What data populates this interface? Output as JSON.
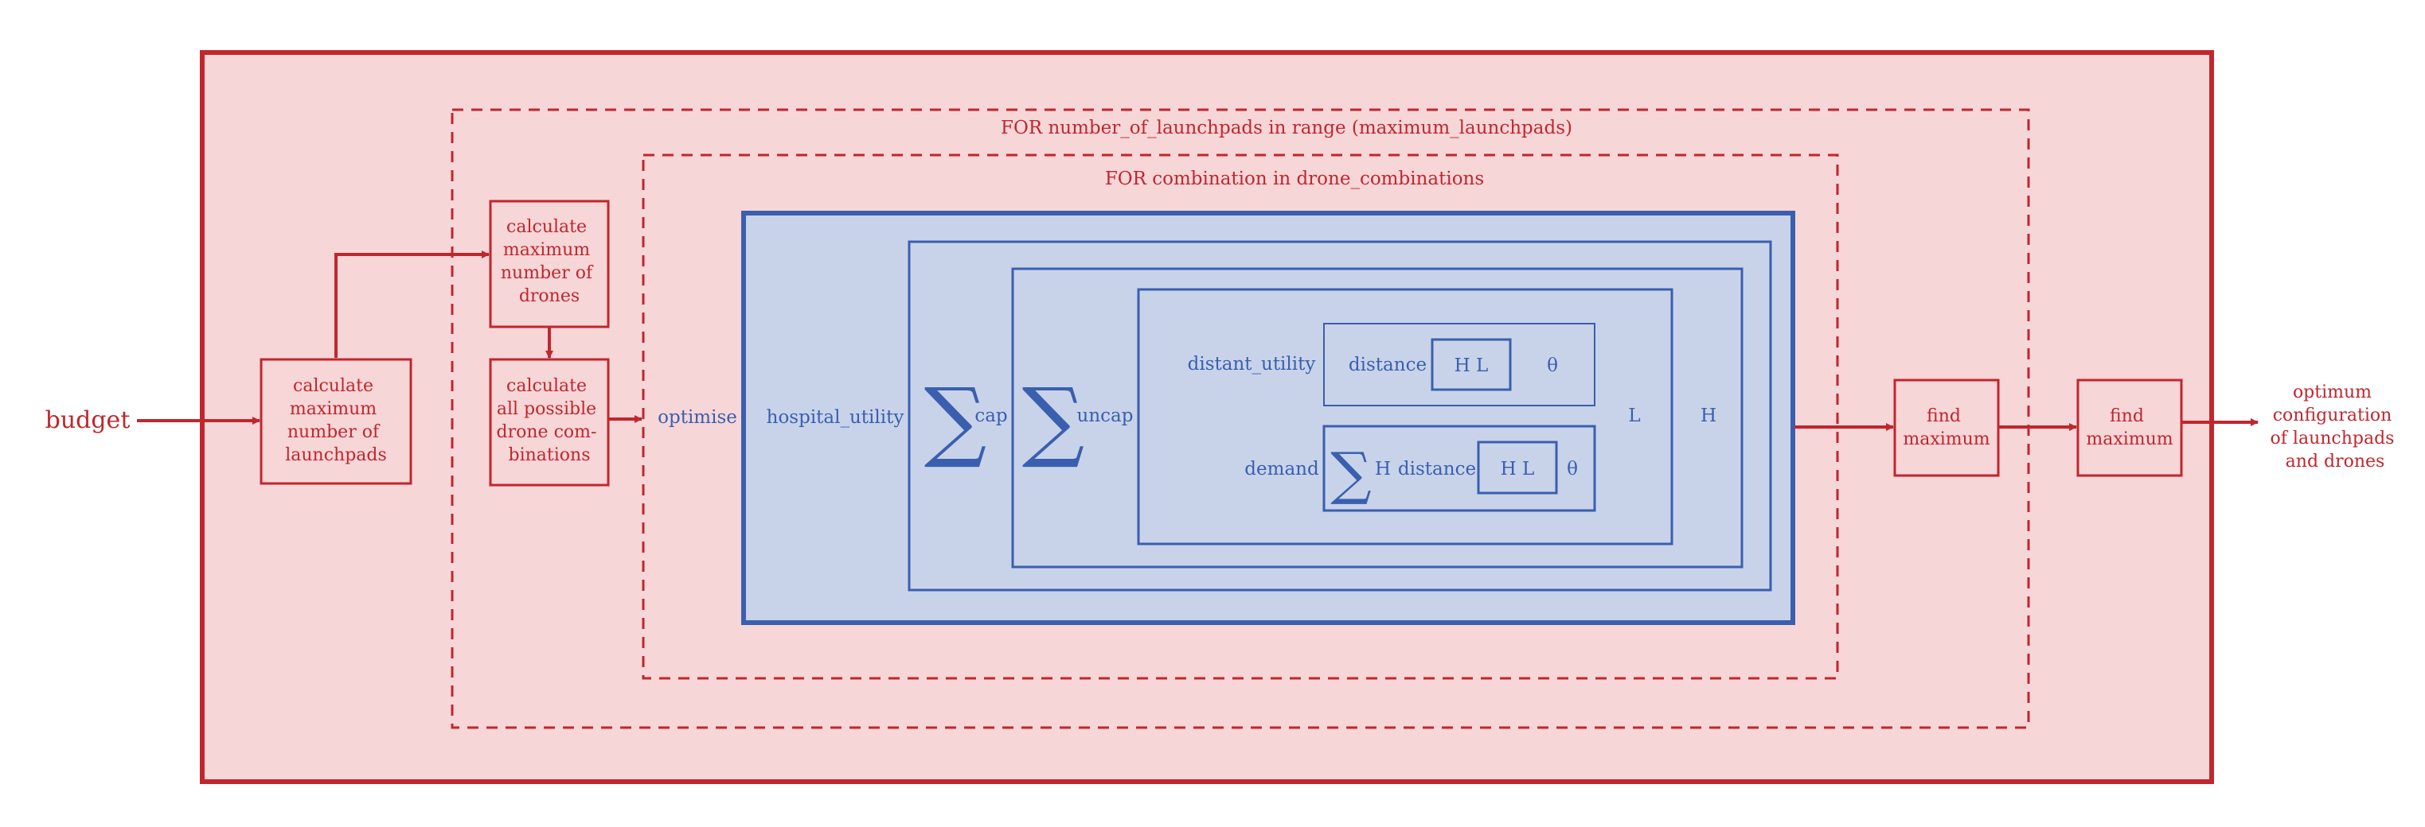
{
  "colors": {
    "red": "#c0272d",
    "pink_fill": "#f7d6d8",
    "blue": "#3a5fae",
    "blue_fill": "#c8d3ea"
  },
  "inputs": {
    "budget": "budget"
  },
  "loops": {
    "outer": "FOR number_of_launchpads in range (maximum_launchpads)",
    "inner": "FOR combination in drone_combinations"
  },
  "boxes": {
    "calc_launchpads": [
      "calculate",
      "maximum",
      "number of",
      "launchpads"
    ],
    "calc_drones": [
      "calculate",
      "maximum",
      "number of",
      "drones"
    ],
    "calc_combinations": [
      "calculate",
      "all possible",
      "drone com-",
      "binations"
    ],
    "find_max_1": [
      "find",
      "maximum"
    ],
    "find_max_2": [
      "find",
      "maximum"
    ]
  },
  "optimise": {
    "label": "optimise",
    "hospital_utility": "hospital_utility",
    "sum_symbol": "∑",
    "cap": "cap",
    "uncap": "uncap",
    "distant_utility": "distant_utility",
    "distance": "distance",
    "hl": "H L",
    "theta": "θ",
    "demand": "demand",
    "h": "H",
    "l_index": "L",
    "h_index": "H"
  },
  "output": [
    "optimum",
    "configuration",
    "of launchpads",
    "and drones"
  ]
}
